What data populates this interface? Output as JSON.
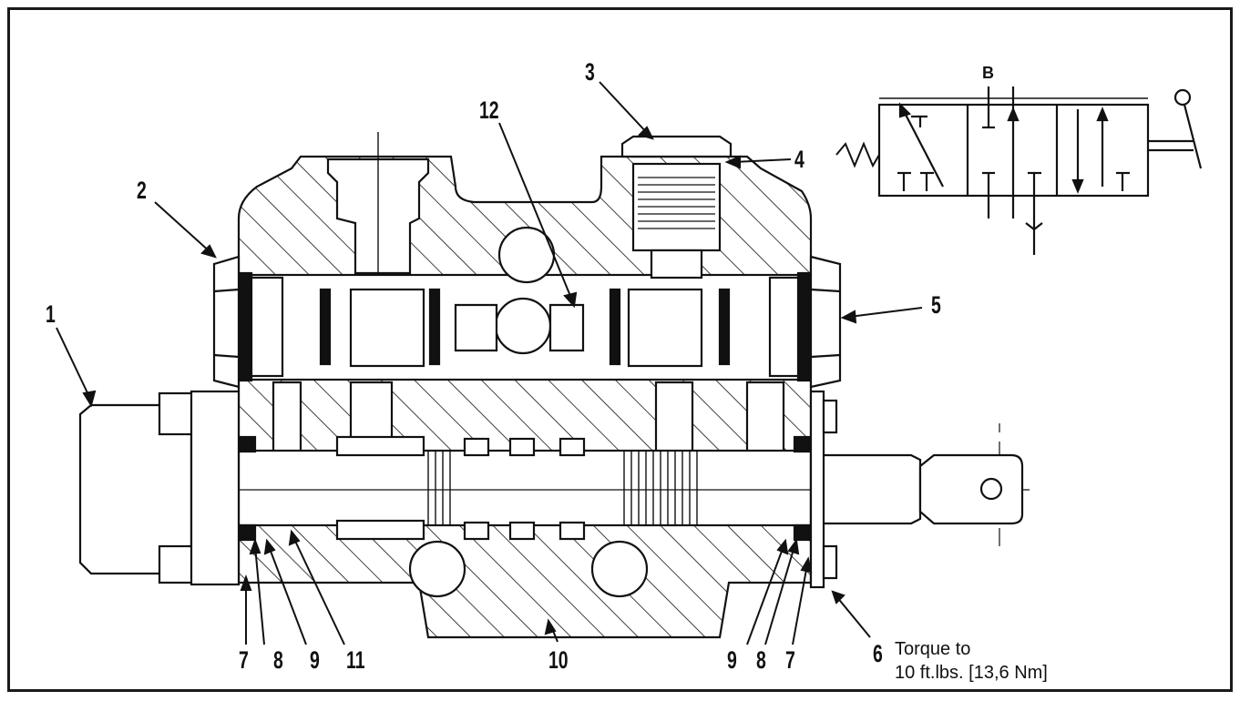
{
  "callouts": {
    "c1": "1",
    "c2": "2",
    "c3": "3",
    "c4": "4",
    "c5": "5",
    "c6": "6",
    "c7a": "7",
    "c8a": "8",
    "c9a": "9",
    "c11": "11",
    "c10": "10",
    "c9b": "9",
    "c8b": "8",
    "c7b": "7",
    "c12": "12"
  },
  "torque": {
    "line1": "Torque to",
    "line2": "10 ft.lbs. [13,6 Nm]"
  },
  "symbol": {
    "port_b": "B"
  },
  "colors": {
    "ink": "#111111",
    "paper": "#ffffff"
  }
}
